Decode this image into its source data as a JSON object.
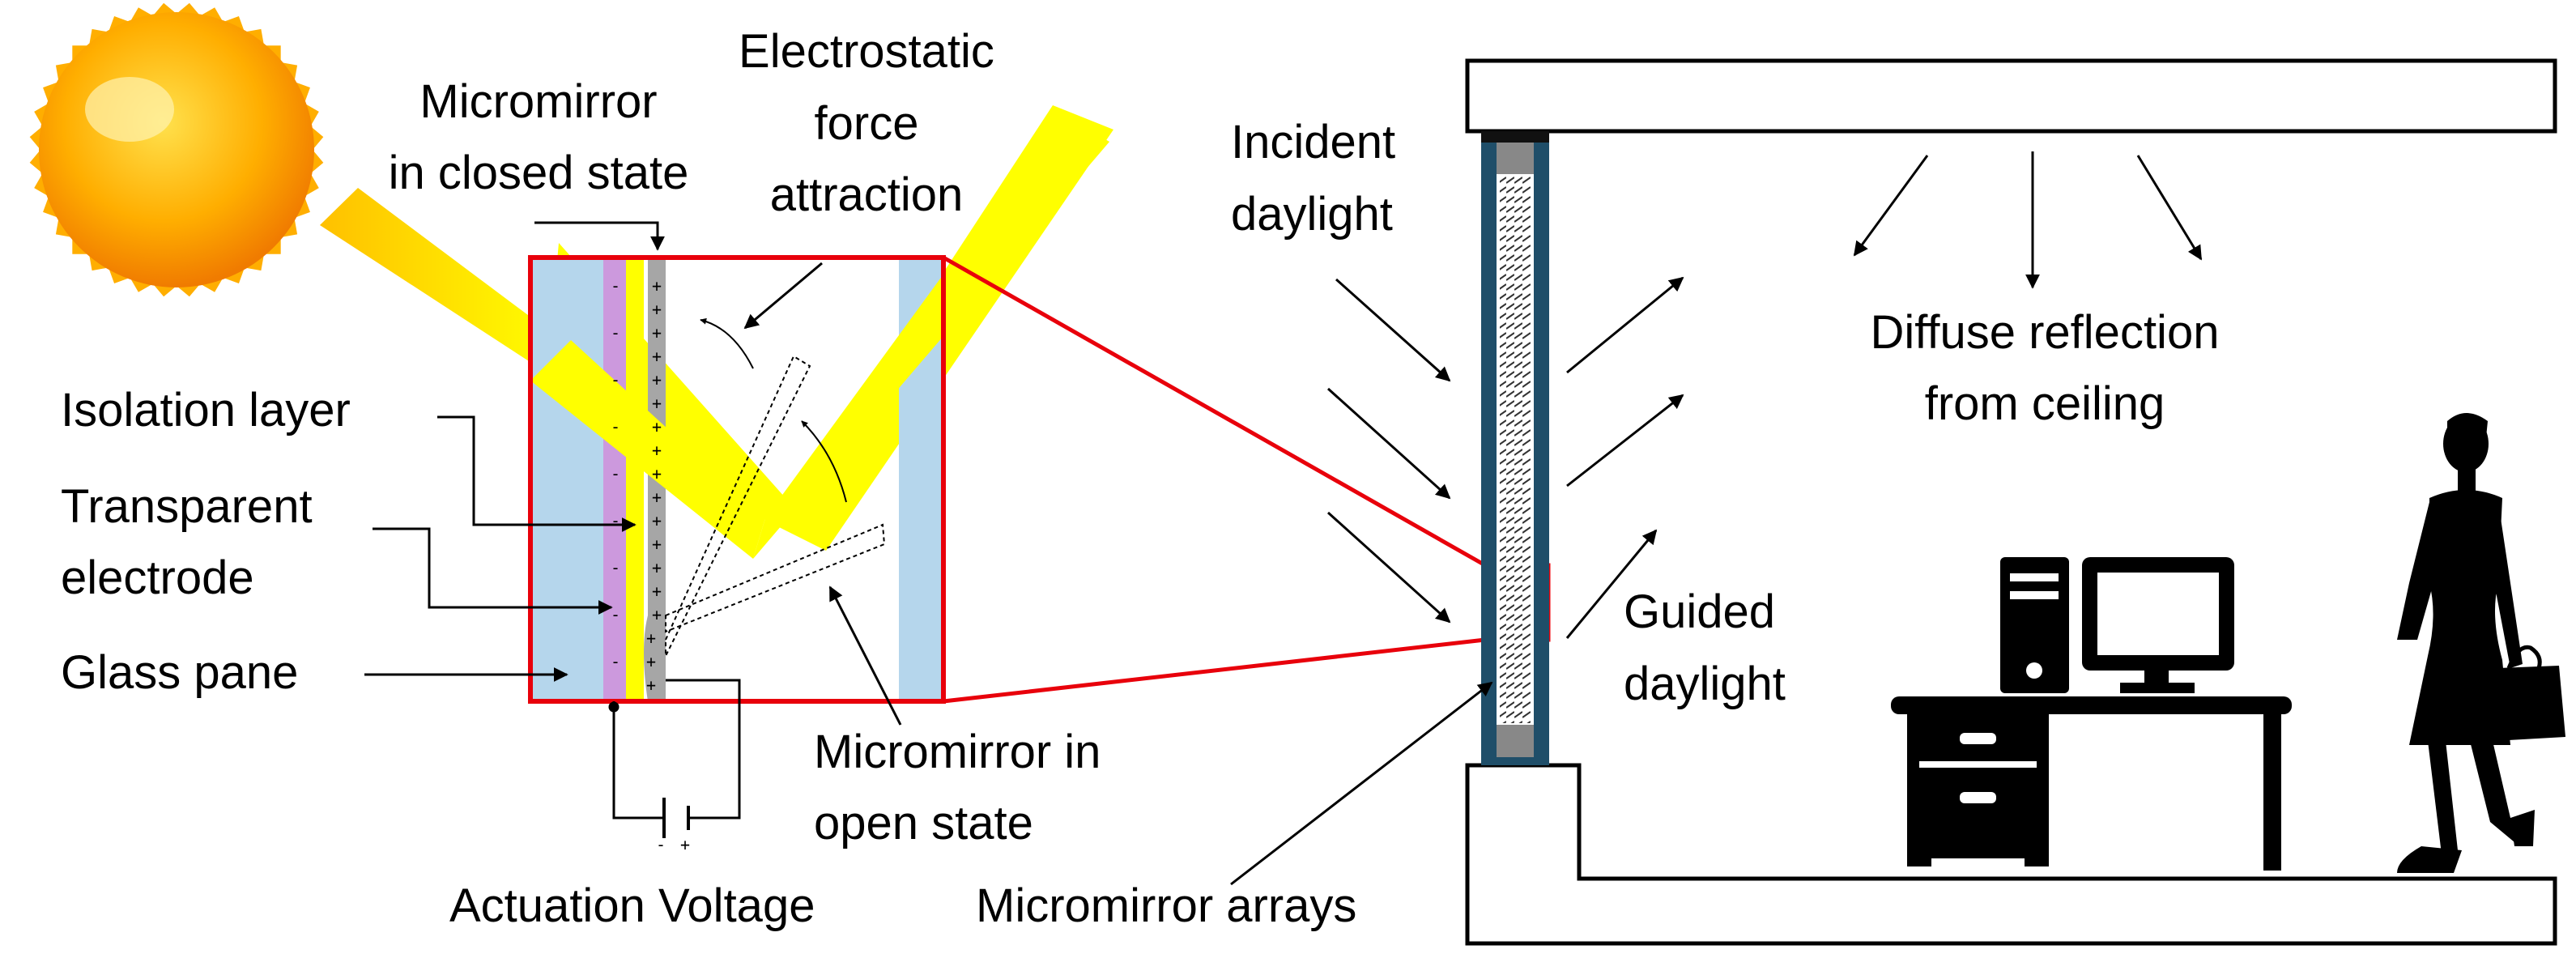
{
  "diagram": {
    "labels": {
      "micromirror_closed": [
        "Micromirror",
        "in closed state"
      ],
      "electrostatic": [
        "Electrostatic",
        "force",
        "attraction"
      ],
      "isolation_layer": "Isolation layer",
      "transparent_electrode": [
        "Transparent",
        "electrode"
      ],
      "glass_pane": "Glass pane",
      "micromirror_open": [
        "Micromirror in",
        "open state"
      ],
      "actuation_voltage": "Actuation Voltage",
      "incident_daylight": [
        "Incident",
        "daylight"
      ],
      "guided_daylight": [
        "Guided",
        "daylight"
      ],
      "diffuse_reflection": [
        "Diffuse reflection",
        "from ceiling"
      ],
      "micromirror_arrays": "Micromirror arrays"
    },
    "charges": {
      "negative": "-",
      "positive": "+"
    },
    "colors": {
      "glass": "#b5d6ec",
      "isolation": "#cc99dd",
      "electrode": "#ffff00",
      "mirror": "#a6a6a6",
      "beam": "#ffff00",
      "zoom_frame": "#e8000b",
      "window_frame": "#1f4e69",
      "ink": "#000000"
    },
    "icons": [
      "sun-icon",
      "computer-tower-icon",
      "monitor-icon",
      "desk-icon",
      "woman-silhouette-icon",
      "battery-icon"
    ]
  }
}
